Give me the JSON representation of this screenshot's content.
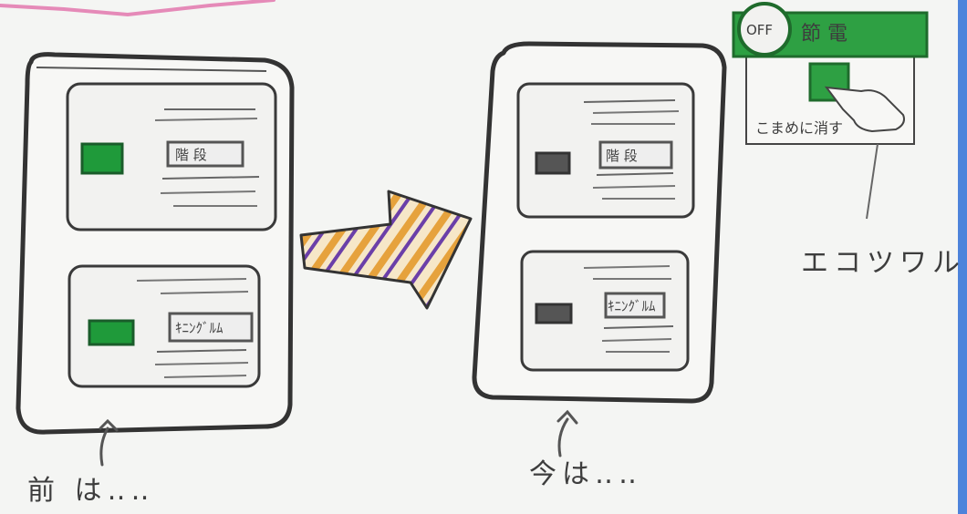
{
  "captions": {
    "before": "前 は‥‥",
    "now": "今は‥‥",
    "eco": "エコツワル"
  },
  "panels": {
    "before_top_label": "階 段",
    "before_bottom_label": "ｷﾆﾝｸﾞﾙﾑ",
    "now_top_label": "階 段",
    "now_bottom_label": "ｷﾆﾝｸﾞﾙﾑ"
  },
  "callout": {
    "off_badge": "OFF",
    "header": "節 電",
    "tip": "こまめに消す"
  },
  "colors": {
    "pencil": "#3a3a3a",
    "green": "#2ea043",
    "switch_on": "#1f9a3a",
    "switch_off": "#555555",
    "arrow_orange": "#e6a23c",
    "arrow_purple": "#6b3fa8",
    "pink": "#e58ab8",
    "blue_edge": "#2f6fd6"
  }
}
